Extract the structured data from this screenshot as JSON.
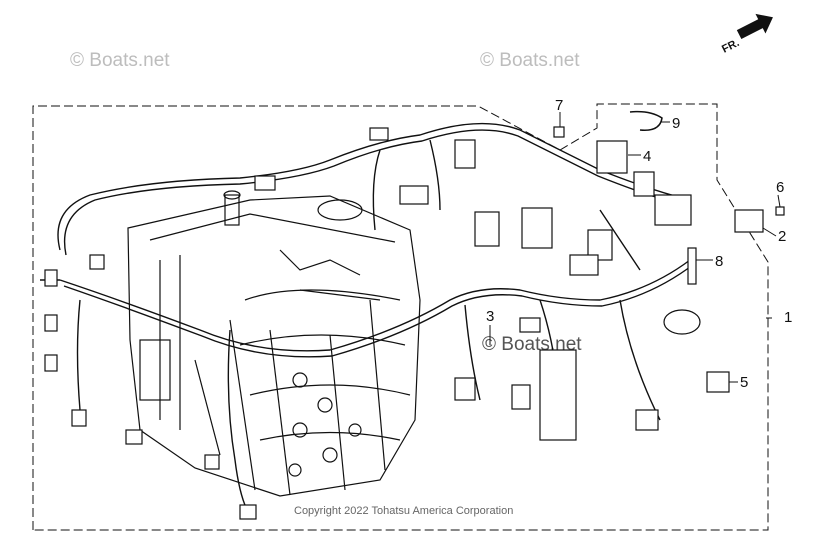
{
  "watermarks": [
    "© Boats.net",
    "© Boats.net",
    "© Boats.net"
  ],
  "copyright": "Copyright 2022 Tohatsu America Corporation",
  "direction_label": "FR.",
  "callouts": {
    "c1": "1",
    "c2": "2",
    "c3": "3",
    "c4": "4",
    "c5": "5",
    "c6": "6",
    "c7": "7",
    "c8": "8",
    "c9": "9"
  },
  "colors": {
    "line": "#111111",
    "watermark": "#bdbdbd",
    "background": "#ffffff"
  }
}
